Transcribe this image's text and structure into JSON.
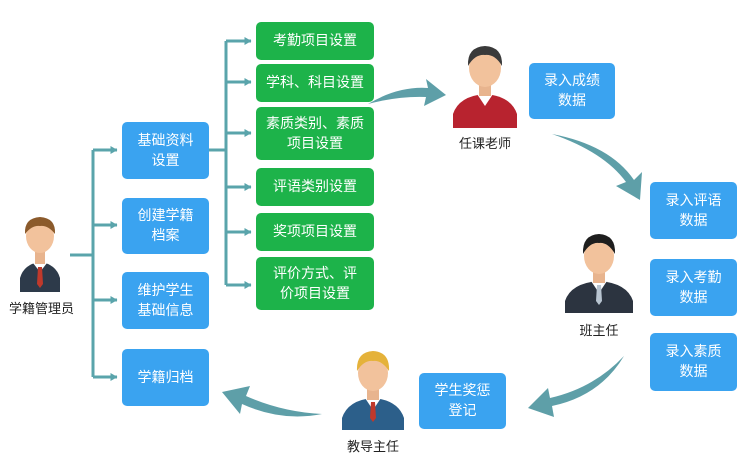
{
  "colors": {
    "blue_box": "#3aa3f0",
    "green_box": "#1db34a",
    "connector": "#5aa4ab",
    "flow_arrow": "#5e9fa8"
  },
  "roles": {
    "admin": "学籍管理员",
    "subject_teacher": "任课老师",
    "class_teacher": "班主任",
    "dean": "教导主任"
  },
  "admin_tasks": [
    {
      "label": "基础资料\n设置"
    },
    {
      "label": "创建学籍\n档案"
    },
    {
      "label": "维护学生\n基础信息"
    },
    {
      "label": "学籍归档"
    }
  ],
  "settings": [
    {
      "label": "考勤项目设置"
    },
    {
      "label": "学科、科目设置"
    },
    {
      "label": "素质类别、素质\n项目设置"
    },
    {
      "label": "评语类别设置"
    },
    {
      "label": "奖项项目设置"
    },
    {
      "label": "评价方式、评\n价项目设置"
    }
  ],
  "teacher_tasks": {
    "score": "录入成绩\n数据"
  },
  "class_teacher_tasks": [
    {
      "label": "录入评语\n数据"
    },
    {
      "label": "录入考勤\n数据"
    },
    {
      "label": "录入素质\n数据"
    }
  ],
  "dean_tasks": {
    "rewards": "学生奖惩\n登记"
  }
}
